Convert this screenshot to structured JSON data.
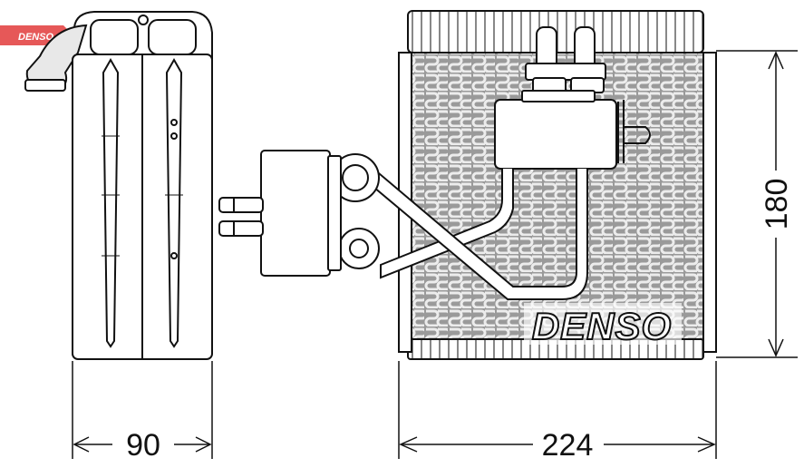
{
  "brand": {
    "watermark_text": "DENSO",
    "watermark_color": "#e23b3b",
    "stamp_text": "DENSO"
  },
  "dimensions": {
    "width_side": "90",
    "width_front": "224",
    "height_front": "180"
  },
  "colors": {
    "line": "#111111",
    "core_fill": "#9a9a9a",
    "fin_light": "#e6e6e6",
    "background": "#ffffff"
  }
}
